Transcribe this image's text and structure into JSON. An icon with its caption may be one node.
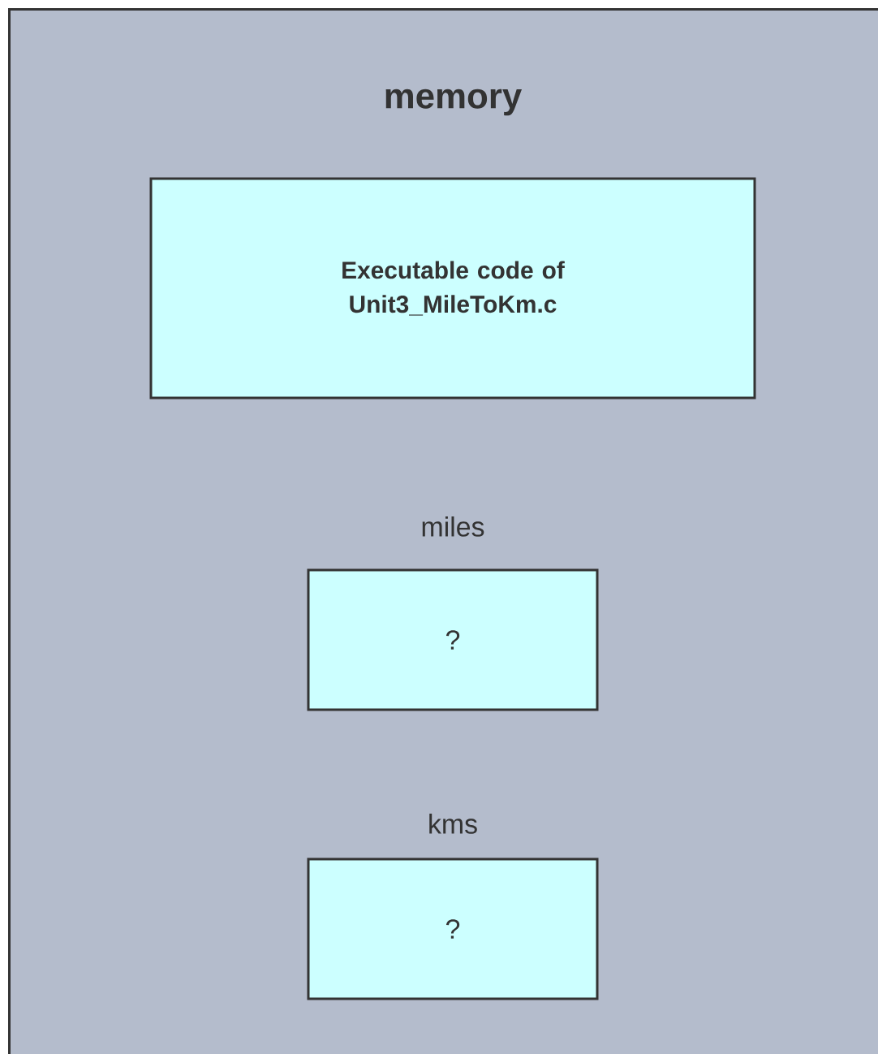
{
  "diagram": {
    "nodes": [
      {
        "text": [
          "memory"
        ]
      },
      {
        "text": [
          "Executable code of Unit3_MileToKm.c"
        ],
        "in": 0
      },
      {
        "text": [
          "miles",
          "?"
        ],
        "in": 0
      },
      {
        "text": [
          "kms",
          "?"
        ],
        "in": 0
      }
    ]
  }
}
